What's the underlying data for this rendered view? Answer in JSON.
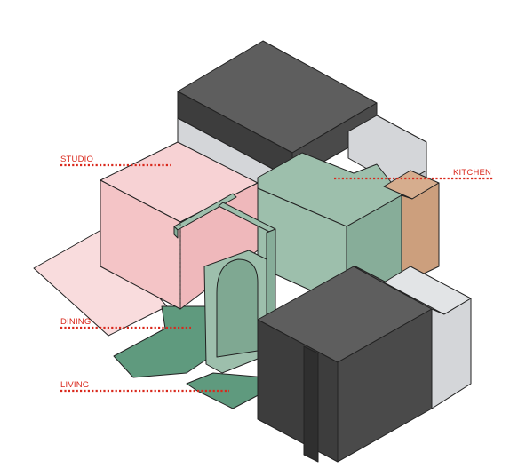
{
  "labels": {
    "studio": "STUDIO",
    "kitchen": "KITCHEN",
    "dining": "DINING",
    "living": "LIVING"
  },
  "colors": {
    "label_red": "#d9281c",
    "dark_top": "#5e5e5e",
    "dark_left": "#3d3d3d",
    "dark_right": "#4a4a4a",
    "light_gray": "#d4d6d9",
    "green": "#9dbfac",
    "green_dark": "#87ad99",
    "green_floor": "#5f9a7e",
    "pink": "#f4c4c6",
    "pink_floor": "#f9dcdd",
    "wood": "#cc9f7d"
  }
}
